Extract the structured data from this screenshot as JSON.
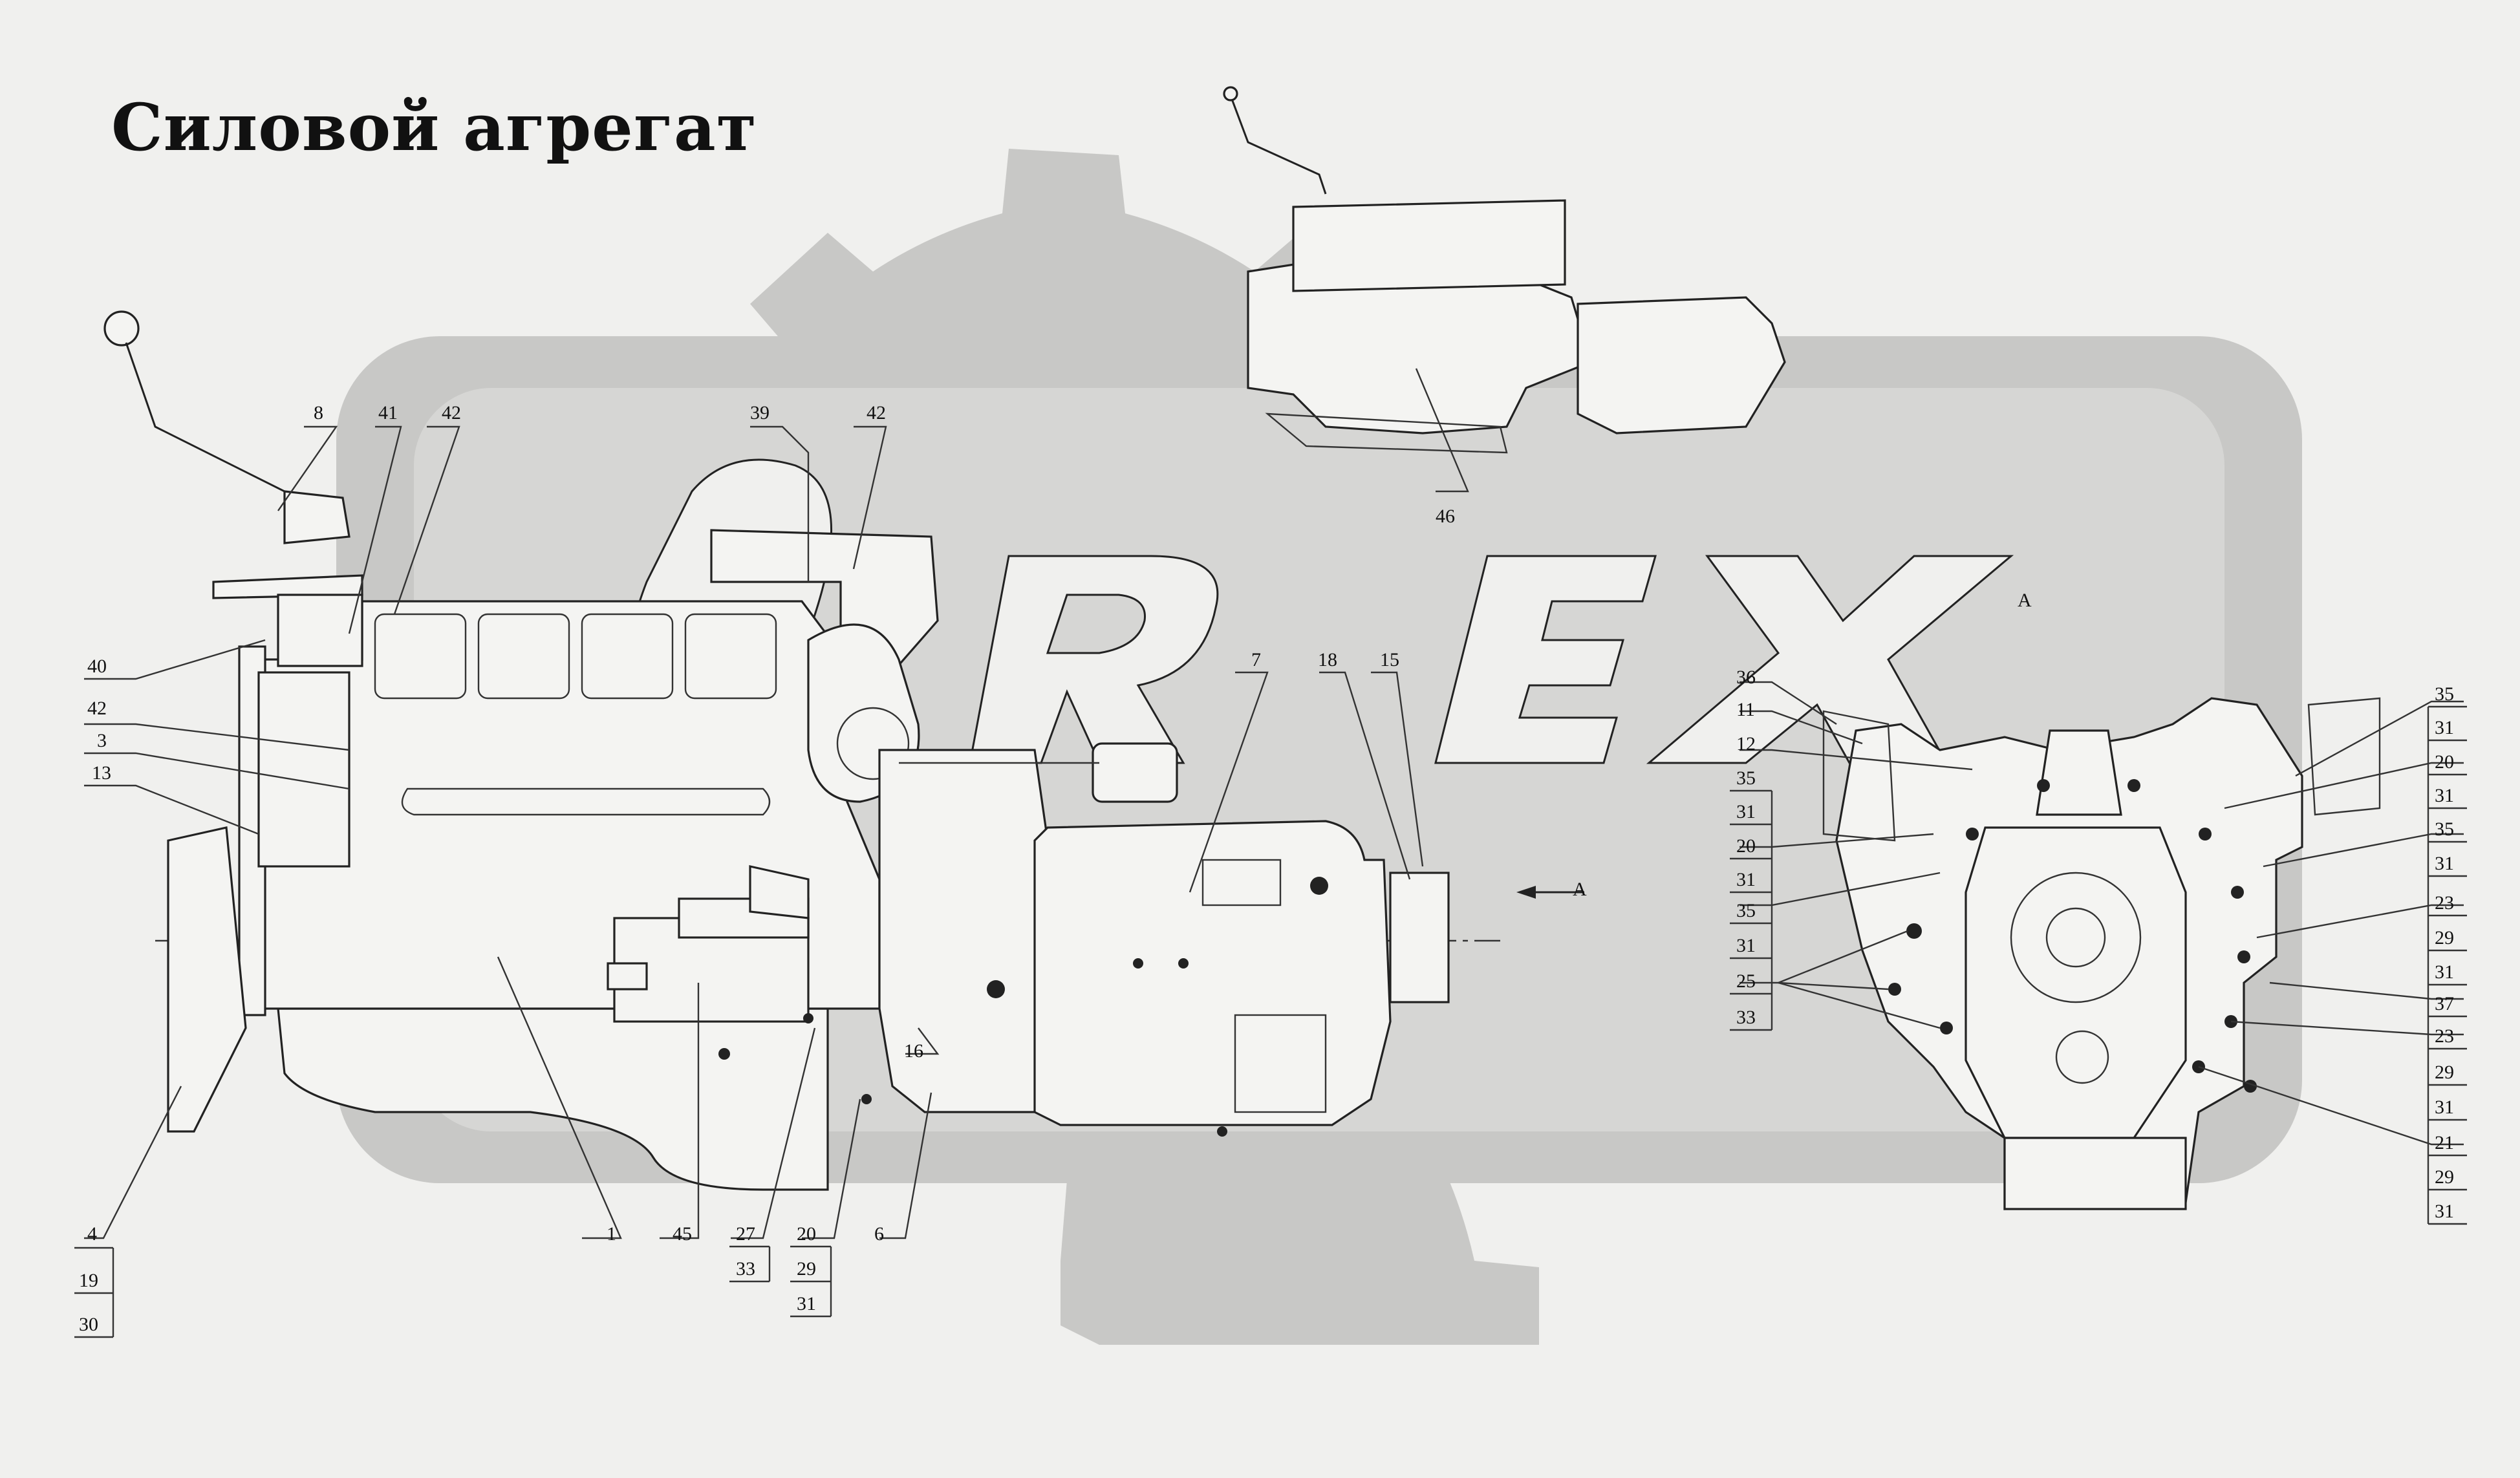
{
  "title": "Силовой агрегат",
  "watermark": {
    "text": "REX",
    "color": "#c8c8c6"
  },
  "view_marker": "А",
  "arrow_label": "А",
  "callouts": [
    {
      "id": "c8",
      "text": "8"
    },
    {
      "id": "c41",
      "text": "41"
    },
    {
      "id": "c42a",
      "text": "42"
    },
    {
      "id": "c39",
      "text": "39"
    },
    {
      "id": "c42b",
      "text": "42"
    },
    {
      "id": "c40",
      "text": "40"
    },
    {
      "id": "c42c",
      "text": "42"
    },
    {
      "id": "c3",
      "text": "3"
    },
    {
      "id": "c13",
      "text": "13"
    },
    {
      "id": "c7",
      "text": "7"
    },
    {
      "id": "c18",
      "text": "18"
    },
    {
      "id": "c15",
      "text": "15"
    },
    {
      "id": "c46",
      "text": "46"
    },
    {
      "id": "c16",
      "text": "16"
    },
    {
      "id": "c4",
      "text": "4"
    },
    {
      "id": "c19",
      "text": "19"
    },
    {
      "id": "c30",
      "text": "30"
    },
    {
      "id": "c1",
      "text": "1"
    },
    {
      "id": "c45",
      "text": "45"
    },
    {
      "id": "c27",
      "text": "27"
    },
    {
      "id": "c33a",
      "text": "33"
    },
    {
      "id": "c20a",
      "text": "20"
    },
    {
      "id": "c29a",
      "text": "29"
    },
    {
      "id": "c31a",
      "text": "31"
    },
    {
      "id": "c6",
      "text": "6"
    },
    {
      "id": "c36",
      "text": "36"
    },
    {
      "id": "c11",
      "text": "11"
    },
    {
      "id": "c12",
      "text": "12"
    },
    {
      "id": "c35a",
      "text": "35"
    },
    {
      "id": "c31b",
      "text": "31"
    },
    {
      "id": "c20b",
      "text": "20"
    },
    {
      "id": "c31c",
      "text": "31"
    },
    {
      "id": "c35b",
      "text": "35"
    },
    {
      "id": "c31d",
      "text": "31"
    },
    {
      "id": "c25",
      "text": "25"
    },
    {
      "id": "c33b",
      "text": "33"
    },
    {
      "id": "c35c",
      "text": "35"
    },
    {
      "id": "c31e",
      "text": "31"
    },
    {
      "id": "c20c",
      "text": "20"
    },
    {
      "id": "c31f",
      "text": "31"
    },
    {
      "id": "c35d",
      "text": "35"
    },
    {
      "id": "c31g",
      "text": "31"
    },
    {
      "id": "c23a",
      "text": "23"
    },
    {
      "id": "c29b",
      "text": "29"
    },
    {
      "id": "c31h",
      "text": "31"
    },
    {
      "id": "c37",
      "text": "37"
    },
    {
      "id": "c23b",
      "text": "23"
    },
    {
      "id": "c29c",
      "text": "29"
    },
    {
      "id": "c31i",
      "text": "31"
    },
    {
      "id": "c21",
      "text": "21"
    },
    {
      "id": "c29d",
      "text": "29"
    },
    {
      "id": "c31j",
      "text": "31"
    }
  ]
}
